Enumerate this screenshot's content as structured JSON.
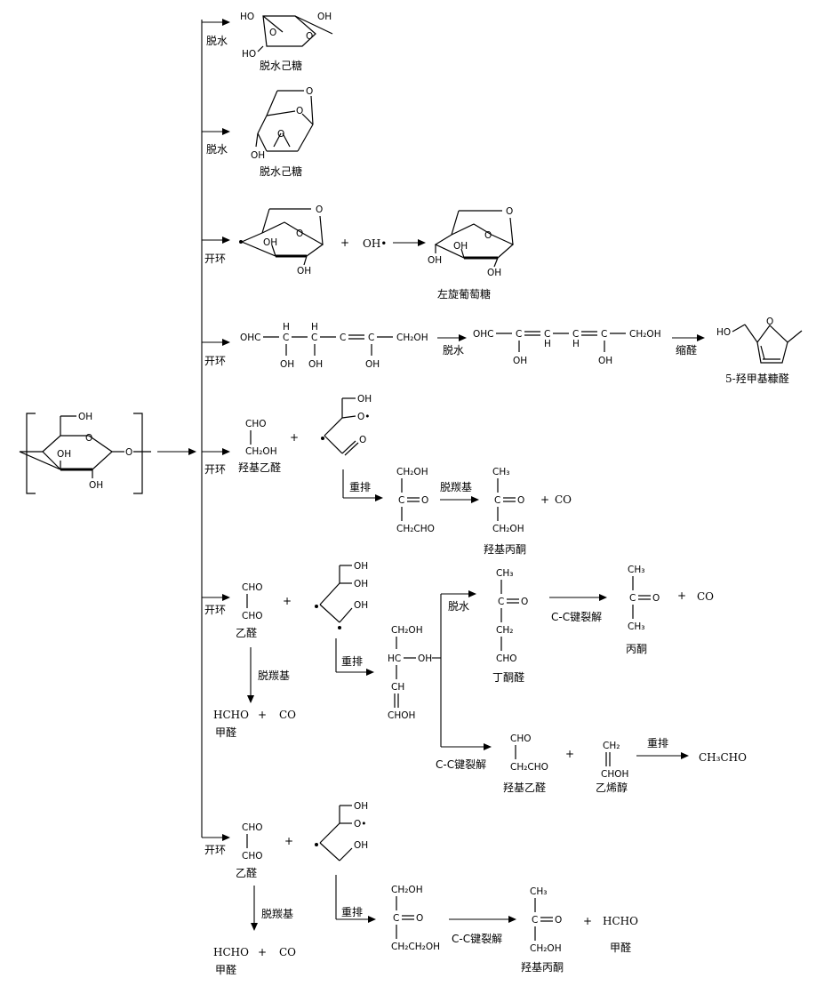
{
  "labels": {
    "dehydration": "脱水",
    "ring_opening": "开环",
    "rearrangement": "重排",
    "decarbonylation": "脱羰基",
    "cc_cleavage": "C-C键裂解",
    "condensation": "缩醛",
    "plus": "+"
  },
  "products": {
    "anhydrohexose": "脱水己糖",
    "levoglucosan": "左旋葡萄糖",
    "hmf": "5-羟甲基糠醛",
    "hydroxyacetaldehyde": "羟基乙醛",
    "hydroxyacetone": "羟基丙酮",
    "glyoxal": "乙醛",
    "formaldehyde": "甲醛",
    "butanonal": "丁酮醛",
    "acetone": "丙酮",
    "vinyl_alcohol": "乙烯醇"
  },
  "formulas": {
    "oh_radical": "OH•",
    "co": "CO",
    "hcho": "HCHO",
    "ch3cho": "CH₃CHO",
    "cho": "CHO",
    "ch2oh": "CH₂OH",
    "ch2cho": "CH₂CHO",
    "ch3": "CH₃",
    "ch2": "CH₂",
    "ohc": "OHC",
    "oh": "OH",
    "ho": "HO",
    "o": "O",
    "h": "H",
    "c": "C",
    "hc": "HC",
    "ch": "CH",
    "choh": "CHOH",
    "ch2ch2oh": "CH₂CH₂OH",
    "o_radical": "O•"
  }
}
